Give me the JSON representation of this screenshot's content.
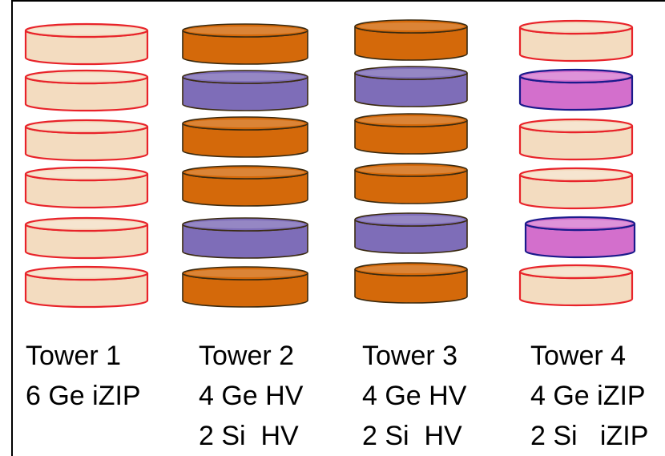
{
  "colors": {
    "ge_izip_fill": "#f3dcc0",
    "ge_izip_stroke": "#e8232a",
    "ge_hv_fill": "#d4690a",
    "ge_hv_stroke": "#3a2a10",
    "si_hv_fill": "#7e6db8",
    "si_hv_stroke": "#3a2a10",
    "si_izip_fill": "#d36fcc",
    "si_izip_stroke": "#1a1a8c"
  },
  "towers": [
    {
      "name": "Tower 1",
      "line1": "6 Ge iZIP",
      "line2": "",
      "disks": [
        "ge_izip",
        "ge_izip",
        "ge_izip",
        "ge_izip",
        "ge_izip",
        "ge_izip"
      ]
    },
    {
      "name": "Tower 2",
      "line1": "4 Ge HV",
      "line2": "2 Si  HV",
      "disks": [
        "ge_hv",
        "si_hv",
        "ge_hv",
        "ge_hv",
        "si_hv",
        "ge_hv"
      ]
    },
    {
      "name": "Tower 3",
      "line1": "4 Ge HV",
      "line2": "2 Si  HV",
      "disks": [
        "ge_hv",
        "si_hv",
        "ge_hv",
        "ge_hv",
        "si_hv",
        "ge_hv"
      ]
    },
    {
      "name": "Tower 4",
      "line1": "4 Ge iZIP",
      "line2": "2 Si   iZIP",
      "disks": [
        "ge_izip",
        "si_izip",
        "ge_izip",
        "ge_izip",
        "si_izip",
        "ge_izip"
      ]
    }
  ]
}
